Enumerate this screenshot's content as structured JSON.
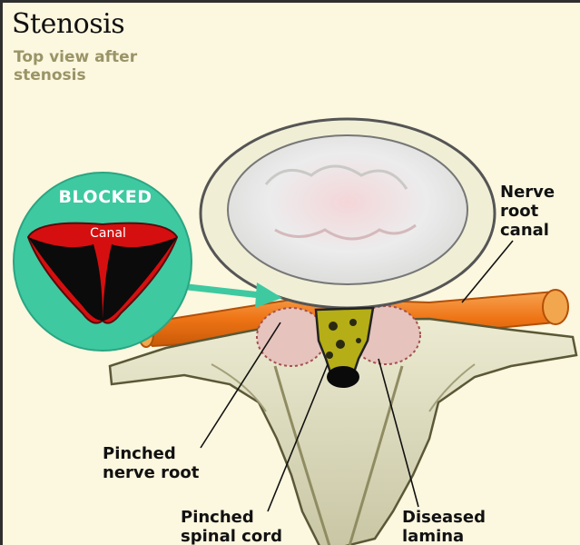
{
  "title": "Stenosis",
  "subtitle": "Top view after stenosis",
  "inset": {
    "badge": "BLOCKED",
    "canal_label": "Canal"
  },
  "labels": {
    "nerve_root_canal": "Nerve\nroot\ncanal",
    "pinched_nerve_root": "Pinched\nnerve root",
    "pinched_spinal_cord": "Pinched\nspinal cord",
    "diseased_lamina": "Diseased\nlamina"
  },
  "colors": {
    "background": "#fcf7df",
    "inset_ring": "#3ec9a1",
    "canal_red": "#d50f0f",
    "nerve_orange": "#f07c1c",
    "bone": "#e4e2c4",
    "disc_outer": "#eceacb",
    "cord_yellow": "#b3ad17"
  }
}
